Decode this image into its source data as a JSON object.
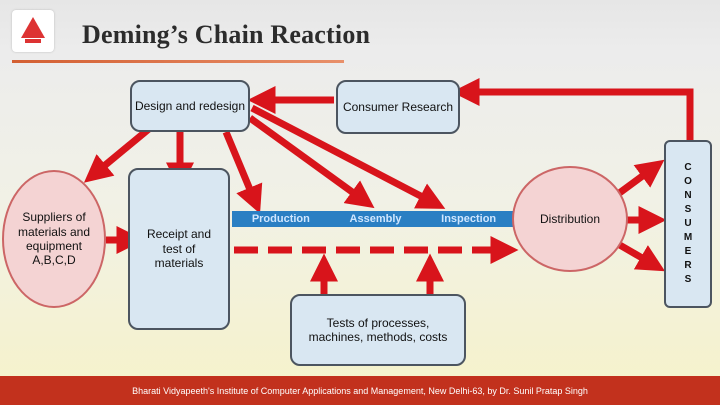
{
  "header": {
    "title": "Deming’s Chain Reaction"
  },
  "nodes": {
    "design": "Design and redesign",
    "consumer_research": "Consumer Research",
    "suppliers": "Suppliers of materials and equipment A,B,C,D",
    "receipt": "Receipt and test of materials",
    "distribution": "Distribution",
    "tests": "Tests of processes, machines, methods, costs",
    "consumers_letters": [
      "C",
      "O",
      "N",
      "S",
      "U",
      "M",
      "E",
      "R",
      "S"
    ]
  },
  "flow_bar": {
    "labels": [
      "Production",
      "Assembly",
      "Inspection"
    ]
  },
  "footer": {
    "text": "Bharati Vidyapeeth's Institute of Computer Applications and Management, New Delhi-63, by Dr. Sunil Pratap Singh"
  },
  "colors": {
    "arrow": "#d8141b",
    "box_fill": "#d9e7f2",
    "ellipse_fill": "#f4d3d3",
    "flow_bar": "#2a7fc3",
    "footer": "#c2311d"
  }
}
